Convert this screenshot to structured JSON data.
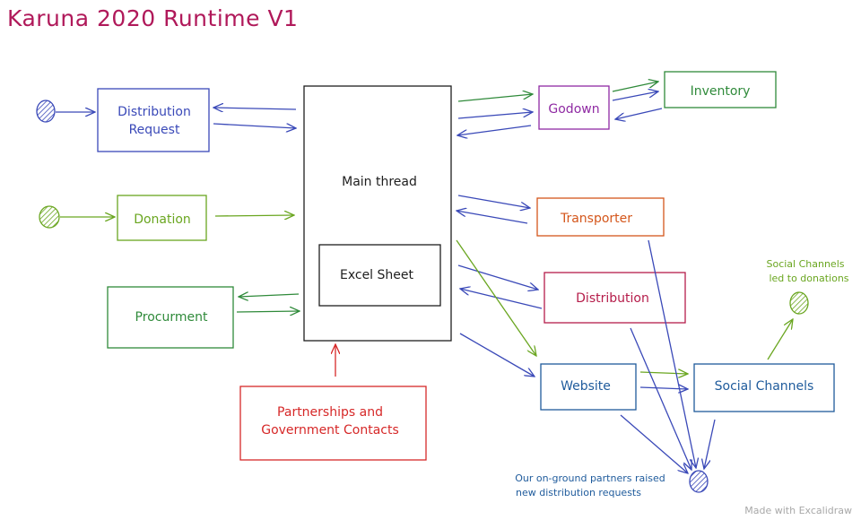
{
  "title": "Karuna 2020 Runtime V1",
  "watermark": "Made with Excalidraw",
  "colors": {
    "blue": "#3a49b8",
    "green": "#2f8a3a",
    "lime": "#6aa620",
    "purple": "#8f2aa3",
    "orange": "#d4561b",
    "crimson": "#b51c4a",
    "red": "#d62828",
    "darkblue": "#1f5b9c",
    "black": "#1e1e1e"
  },
  "nodes": {
    "distribution_request": {
      "line1": "Distribution",
      "line2": "Request"
    },
    "donation": "Donation",
    "procurement": "Procurment",
    "main_thread": "Main thread",
    "excel_sheet": "Excel Sheet",
    "partnerships": {
      "line1": "Partnerships and",
      "line2": "Government Contacts"
    },
    "godown": "Godown",
    "inventory": "Inventory",
    "transporter": "Transporter",
    "distribution": "Distribution",
    "website": "Website",
    "social_channels": "Social Channels"
  },
  "annotations": {
    "social_note": {
      "line1": "Social Channels",
      "line2": "led to donations"
    },
    "partners_note": {
      "line1": "Our on-ground partners raised",
      "line2": "new distribution requests"
    }
  }
}
